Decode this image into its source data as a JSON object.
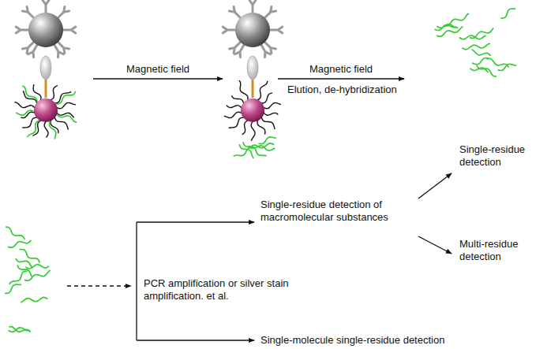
{
  "diagram": {
    "labels": [
      "Magnetic field",
      "Magnetic field",
      "Elution, de-hybridization",
      "Single-residue detection",
      "Single-residue detection of macromolecular substances",
      "Multi-residue detection",
      "PCR amplification or silver stain amplification. et al.",
      "Single-molecule single-residue detection"
    ]
  }
}
